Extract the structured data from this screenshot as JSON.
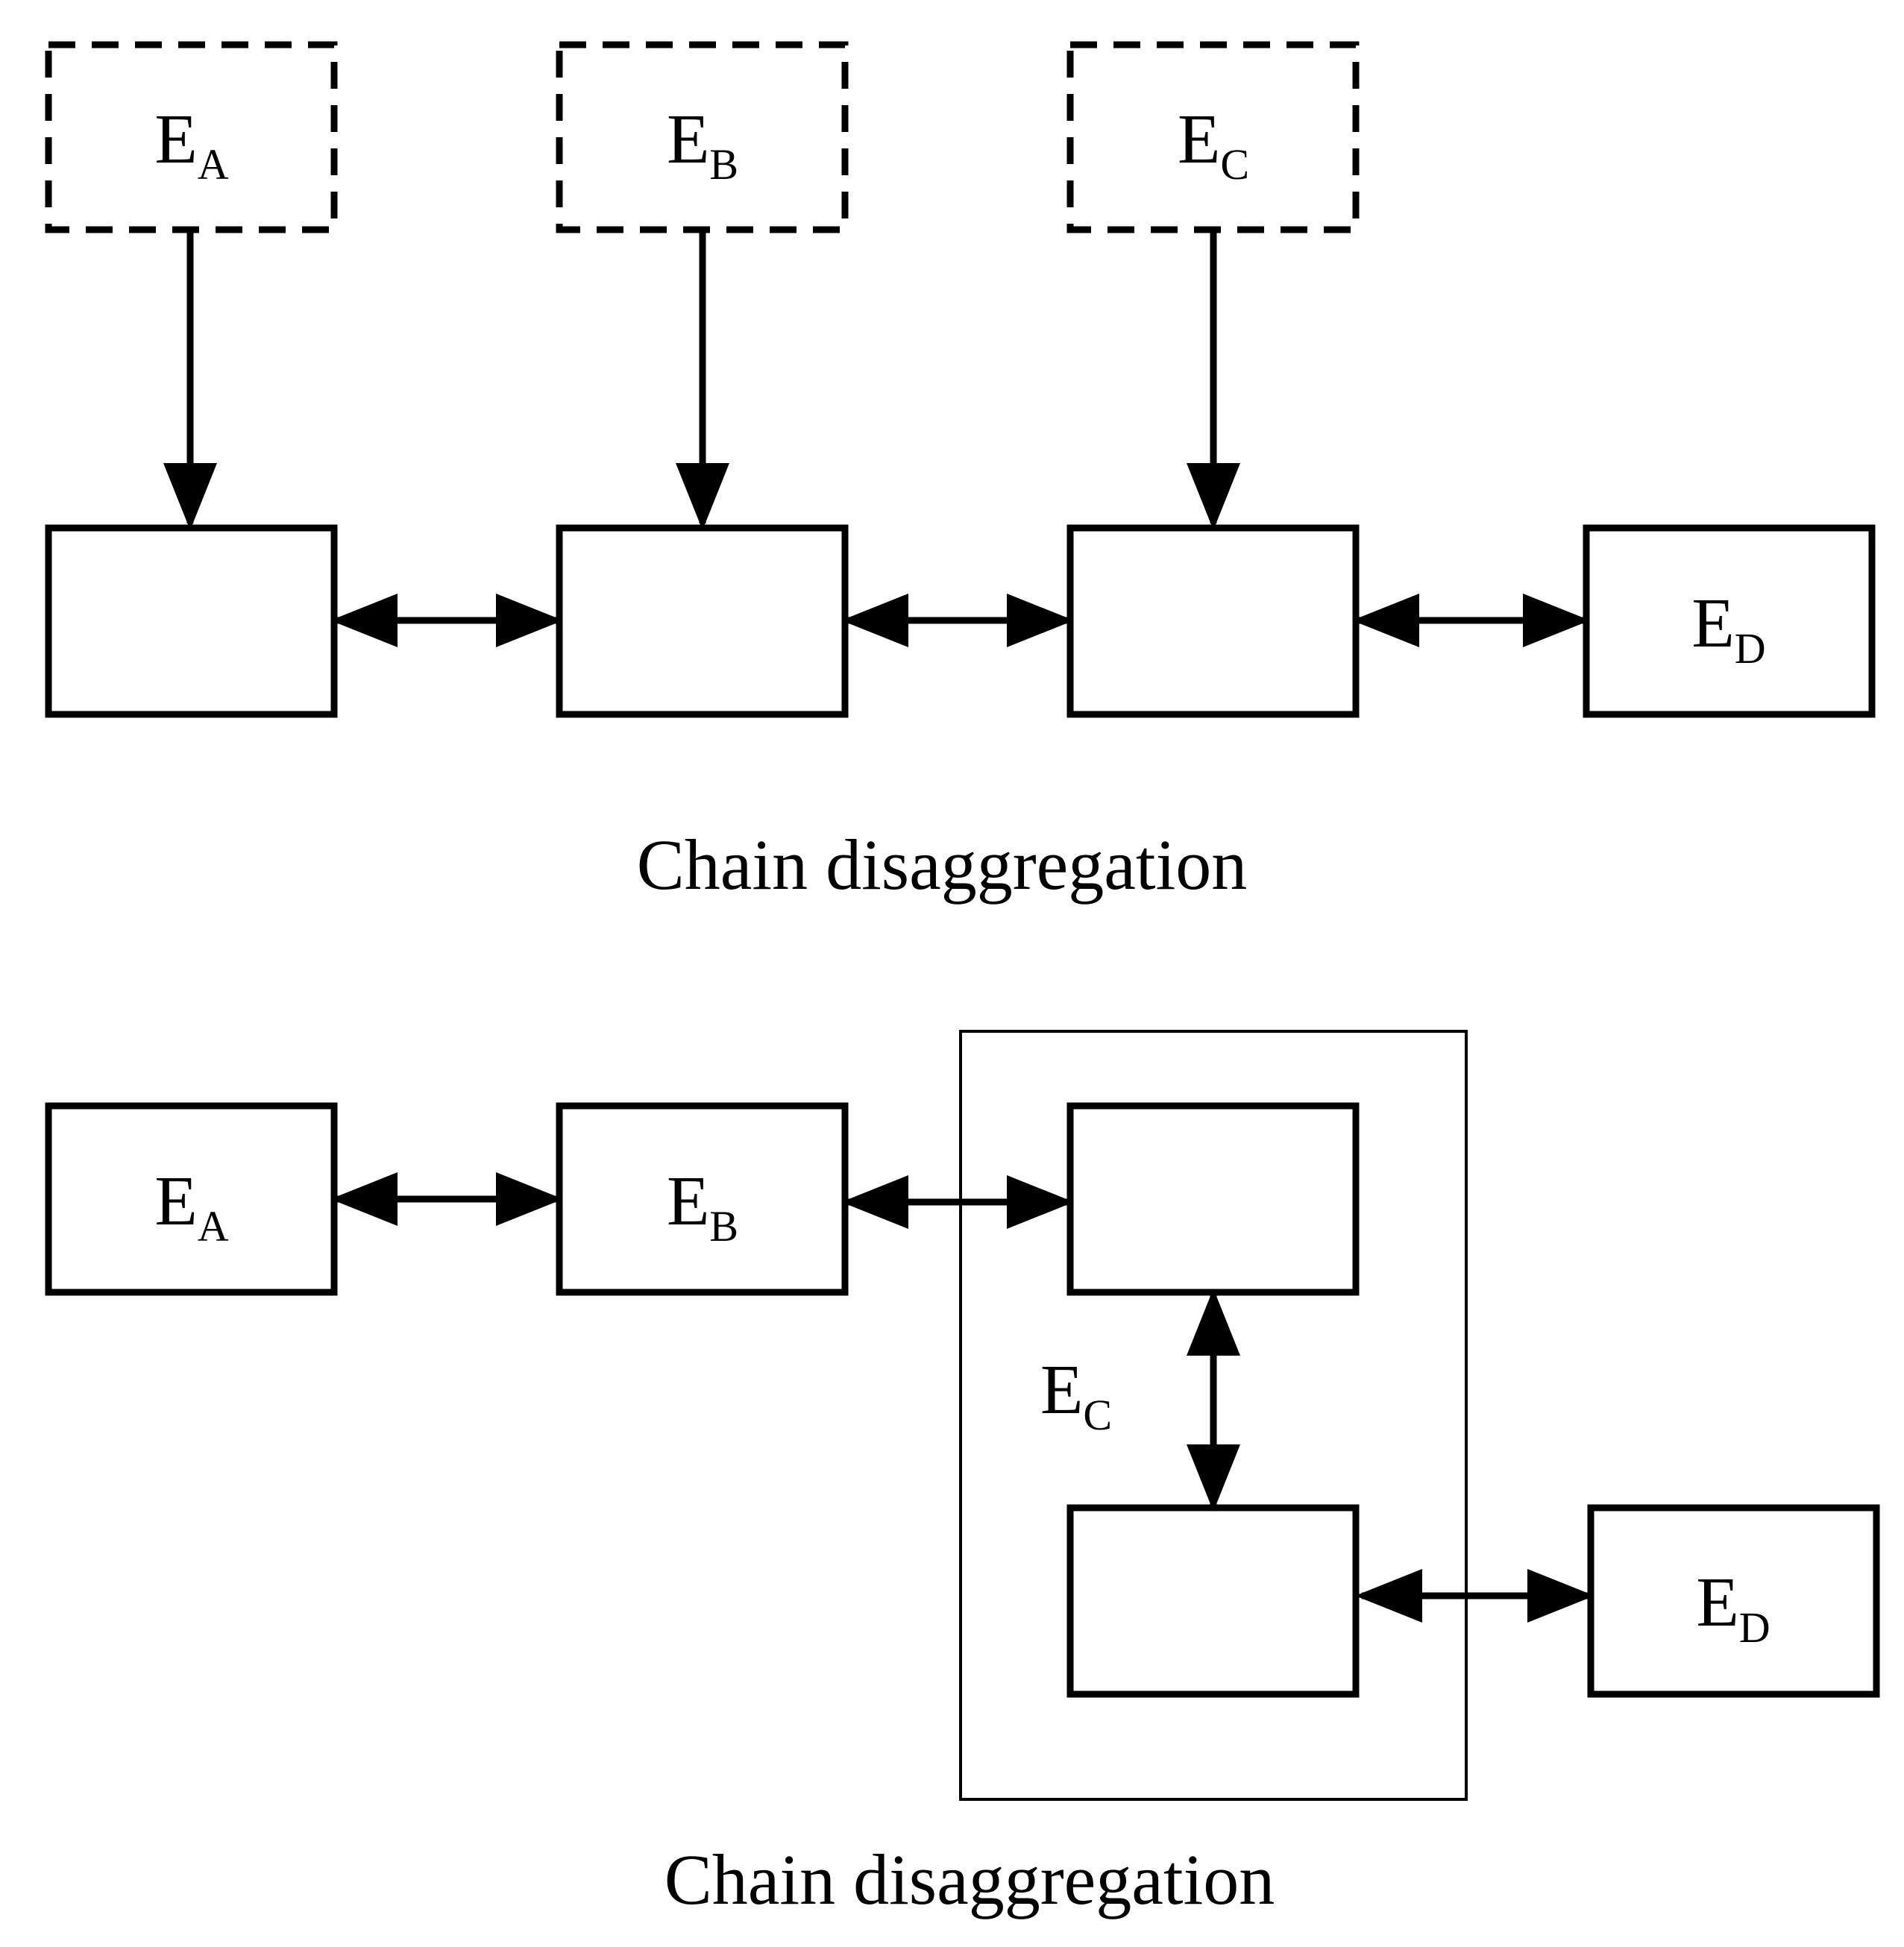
{
  "top": {
    "caption": "Chain disaggregation",
    "dashed_boxes": [
      {
        "main": "E",
        "sub": "A"
      },
      {
        "main": "E",
        "sub": "B"
      },
      {
        "main": "E",
        "sub": "C"
      }
    ],
    "chain_boxes": [
      {
        "main": "",
        "sub": ""
      },
      {
        "main": "",
        "sub": ""
      },
      {
        "main": "",
        "sub": ""
      },
      {
        "main": "E",
        "sub": "D"
      }
    ]
  },
  "bottom": {
    "caption": "Chain disaggregation",
    "boxes": [
      {
        "main": "E",
        "sub": "A"
      },
      {
        "main": "E",
        "sub": "B"
      },
      {
        "main": "",
        "sub": ""
      },
      {
        "main": "",
        "sub": ""
      },
      {
        "main": "E",
        "sub": "D"
      }
    ],
    "group_label": {
      "main": "E",
      "sub": "C"
    }
  },
  "colors": {
    "stroke": "#000000",
    "background": "#ffffff"
  }
}
